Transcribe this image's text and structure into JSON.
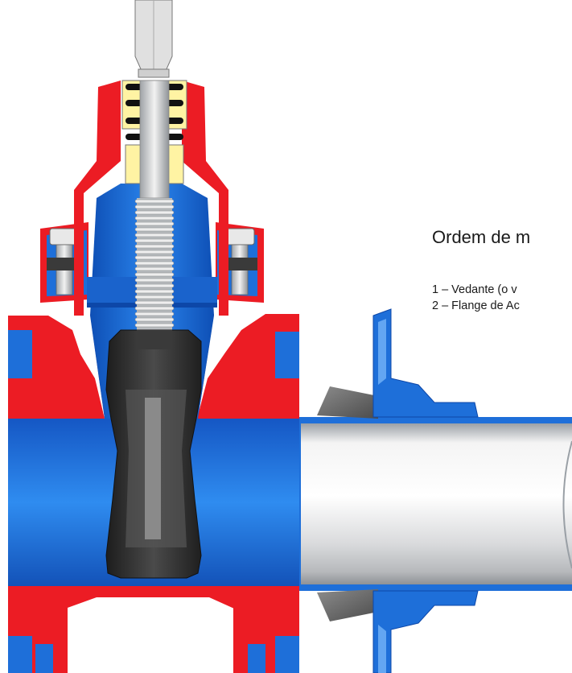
{
  "text": {
    "title": "Ordem de m",
    "steps": [
      "1 – Vedante (o v",
      "2 – Flange de Ac"
    ]
  },
  "colors": {
    "body_red": "#ec1c24",
    "body_blue": "#1e6fd9",
    "blue_dark": "#0d47a8",
    "wedge_black": "#2b2b2b",
    "gland_yellow": "#fff3a3",
    "pipe_grey": "#e6e6e6"
  }
}
